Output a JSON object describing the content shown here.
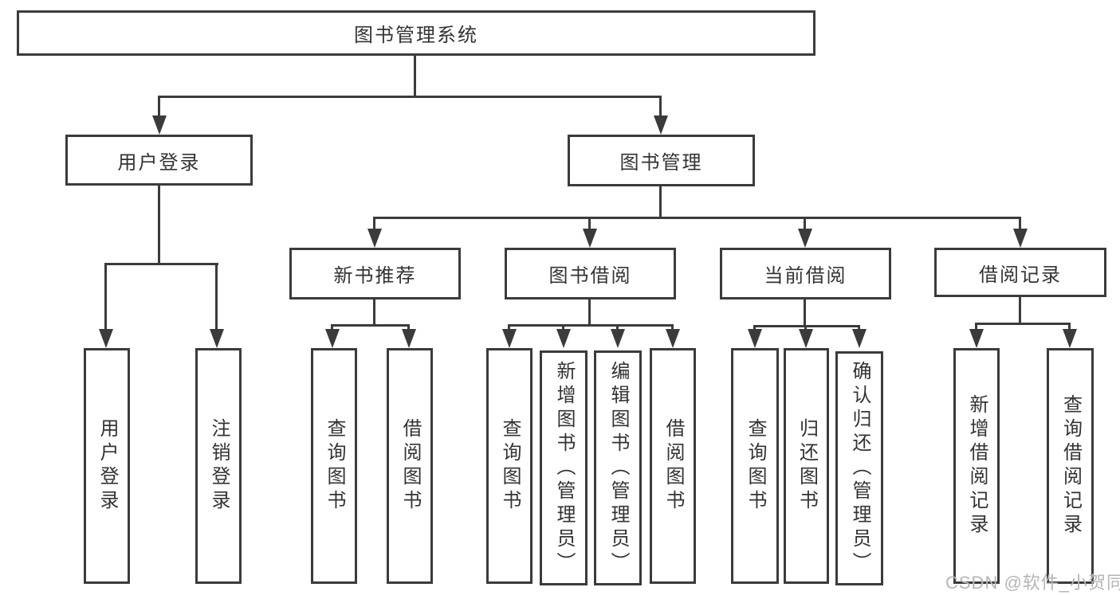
{
  "diagram": {
    "title_node": "图书管理系统",
    "root": {
      "label": "图书管理系统"
    },
    "level2": [
      {
        "label": "用户登录"
      },
      {
        "label": "图书管理"
      }
    ],
    "level3": [
      {
        "label": "新书推荐"
      },
      {
        "label": "图书借阅"
      },
      {
        "label": "当前借阅"
      },
      {
        "label": "借阅记录"
      }
    ],
    "leaves": [
      {
        "parent": "用户登录",
        "label": "用户登录"
      },
      {
        "parent": "用户登录",
        "label": "注销登录"
      },
      {
        "parent": "新书推荐",
        "label": "查询图书"
      },
      {
        "parent": "新书推荐",
        "label": "借阅图书"
      },
      {
        "parent": "图书借阅",
        "label": "查询图书"
      },
      {
        "parent": "图书借阅",
        "label": "新增图书（管理员）"
      },
      {
        "parent": "图书借阅",
        "label": "编辑图书（管理员）"
      },
      {
        "parent": "图书借阅",
        "label": "借阅图书"
      },
      {
        "parent": "当前借阅",
        "label": "查询图书"
      },
      {
        "parent": "当前借阅",
        "label": "归还图书"
      },
      {
        "parent": "当前借阅",
        "label": "确认归还（管理员）"
      },
      {
        "parent": "借阅记录",
        "label": "新增借阅记录"
      },
      {
        "parent": "借阅记录",
        "label": "查询借阅记录"
      }
    ]
  },
  "watermark": {
    "text": "CSDN @软件_小贺同学"
  },
  "colors": {
    "line": "#3b3b3b",
    "text": "#333333",
    "watermark": "#b5b5b5",
    "background": "#ffffff"
  }
}
